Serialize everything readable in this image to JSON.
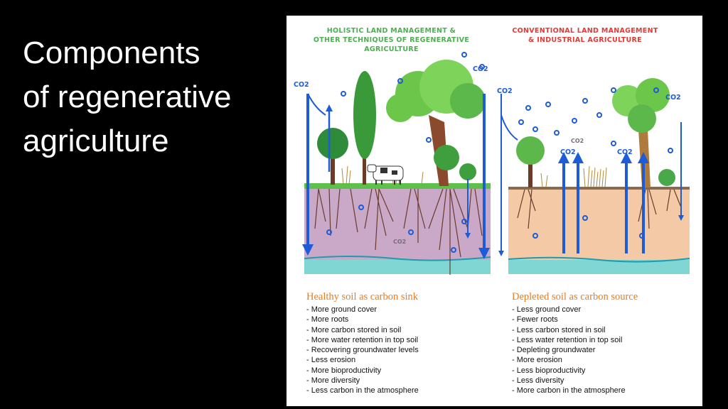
{
  "slide": {
    "title_lines": [
      "Components",
      "of regenerative",
      "agriculture"
    ]
  },
  "illustration": {
    "left_header_lines": [
      "HOLISTIC LAND MANAGEMENT &",
      "OTHER TECHNIQUES OF REGENERATIVE",
      "AGRICULTURE"
    ],
    "right_header_lines": [
      "CONVENTIONAL LAND MANAGEMENT",
      "& INDUSTRIAL AGRICULTURE"
    ],
    "co2_label": "CO2",
    "colors": {
      "left_header": "#4caf50",
      "right_header": "#e53935",
      "co2": "#1e5bd6",
      "list_title": "#e67e22",
      "healthy_soil": "#c9a8c8",
      "depleted_soil": "#f3c9a6",
      "groundwater": "#7fd6d3"
    }
  },
  "left_list": {
    "title": "Healthy soil as carbon sink",
    "items": [
      "- More ground cover",
      "- More roots",
      "- More carbon stored in soil",
      "- More water retention in top soil",
      "- Recovering groundwater levels",
      "- Less erosion",
      "- More bioproductivity",
      "- More diversity",
      "- Less carbon in the atmosphere"
    ]
  },
  "right_list": {
    "title": "Depleted soil as carbon source",
    "items": [
      "- Less ground cover",
      "- Fewer roots",
      "- Less carbon stored in soil",
      "- Less water retention in top soil",
      "- Depleting groundwater",
      "- More erosion",
      "- Less bioproductivity",
      "- Less diversity",
      "- More carbon in the atmosphere"
    ]
  }
}
